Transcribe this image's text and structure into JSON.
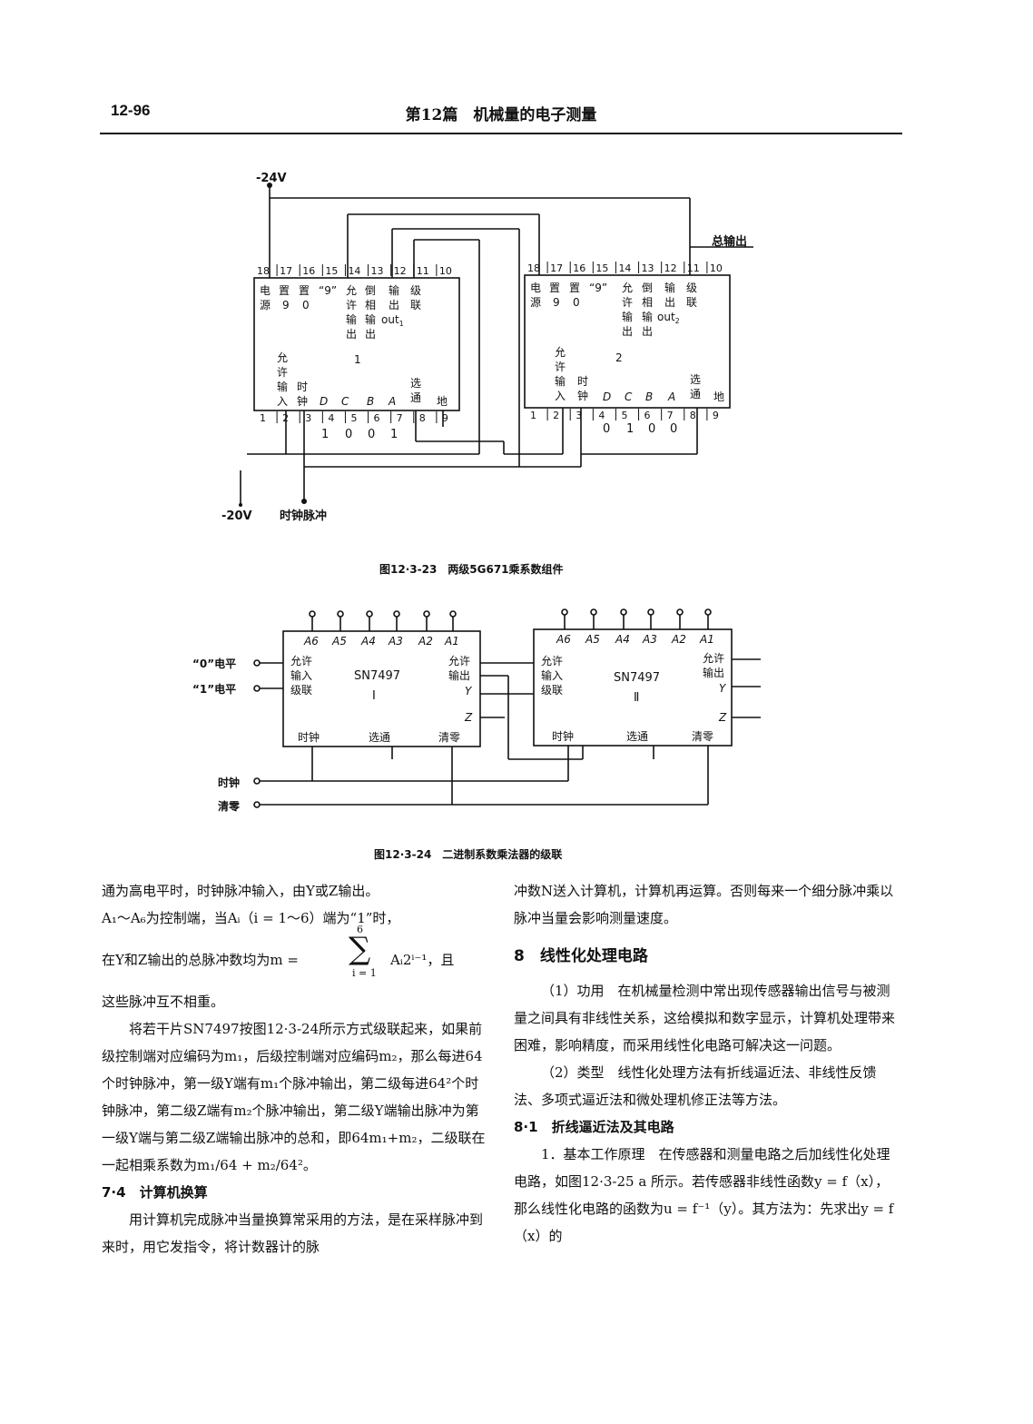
{
  "header": {
    "page_number": "12-96",
    "title": "第12篇　机械量的电子测量"
  },
  "figure1": {
    "caption": "图12·3-23　两级5G671乘系数组件",
    "supply": "-24V",
    "ground_supply": "-20V",
    "clock_label": "时钟脉冲",
    "total_output": "总输出",
    "top_pins": [
      "18",
      "17",
      "16",
      "15",
      "14",
      "13",
      "12",
      "11",
      "10"
    ],
    "bottom_pins": [
      "1",
      "2",
      "3",
      "4",
      "5",
      "6",
      "7",
      "8",
      "9"
    ],
    "chip1": {
      "id": "1",
      "out": "out",
      "out_sub": "1",
      "code": [
        "1",
        "0",
        "0",
        "1"
      ]
    },
    "chip2": {
      "id": "2",
      "out": "out",
      "out_sub": "2",
      "code": [
        "0",
        "1",
        "0",
        "0"
      ]
    },
    "top_labels": [
      "电源",
      "置9",
      "置0",
      "“9”允许输出",
      "倒相输出",
      "输出",
      "级联"
    ],
    "bottom_labels": {
      "enable": "允许输入",
      "clock": "时钟",
      "D": "D",
      "C": "C",
      "B": "B",
      "A": "A",
      "strobe": "选通",
      "gnd": "地"
    }
  },
  "figure2": {
    "caption": "图12·3-24　二进制系数乘法器的级联",
    "chip1": {
      "model": "SN7497",
      "roman": "Ⅰ"
    },
    "chip2": {
      "model": "SN7497",
      "roman": "Ⅱ"
    },
    "top_inputs": [
      "A6",
      "A5",
      "A4",
      "A3",
      "A2",
      "A1"
    ],
    "inputs_left": {
      "level0": "“0”电平",
      "level1": "“1”电平"
    },
    "enable_in": "允许输入级联",
    "enable_out": "允许输出",
    "y": "Y",
    "z": "Z",
    "clock": "时钟",
    "strobe": "选通",
    "clear": "清零",
    "bus_clock": "时钟",
    "bus_clear": "清零"
  },
  "left_column": {
    "p1": "通为高电平时，时钟脉冲输入，由Y或Z输出。",
    "p2": "A₁～A₆为控制端，当Aᵢ（i = 1～6）端为“1”时，",
    "formula_lhs": "在Y和Z输出的总脉冲数均为m =",
    "formula_top": "6",
    "formula_bottom": "i = 1",
    "formula_rhs": "Aᵢ2ⁱ⁻¹，且",
    "p3": "这些脉冲互不相重。",
    "p4": "将若干片SN7497按图12·3-24所示方式级联起来，如果前级控制端对应编码为m₁，后级控制端对应编码m₂，那么每进64个时钟脉冲，第一级Y端有m₁个脉冲输出，第二级每进64²个时钟脉冲，第二级Z端有m₂个脉冲输出，第二级Y端输出脉冲为第一级Y端与第二级Z端输出脉冲的总和，即64m₁+m₂，二级联在一起相乘系数为m₁/64 + m₂/64²。",
    "h1": "7·4　计算机换算",
    "p5": "用计算机完成脉冲当量换算常采用的方法，是在采样脉冲到来时，用它发指令，将计数器计的脉"
  },
  "right_column": {
    "p1": "冲数N送入计算机，计算机再运算。否则每来一个细分脉冲乘以脉冲当量会影响测量速度。",
    "h1": "8　线性化处理电路",
    "p2": "（1）功用　在机械量检测中常出现传感器输出信号与被测量之间具有非线性关系，这给模拟和数字显示，计算机处理带来困难，影响精度，而采用线性化电路可解决这一问题。",
    "p3": "（2）类型　线性化处理方法有折线逼近法、非线性反馈法、多项式逼近法和微处理机修正法等方法。",
    "h2": "8·1　折线逼近法及其电路",
    "p4": "1．基本工作原理　在传感器和测量电路之后加线性化处理电路，如图12·3-25 a 所示。若传感器非线性函数y = f（x），那么线性化电路的函数为u = f⁻¹（y）。其方法为：先求出y = f（x）的"
  }
}
